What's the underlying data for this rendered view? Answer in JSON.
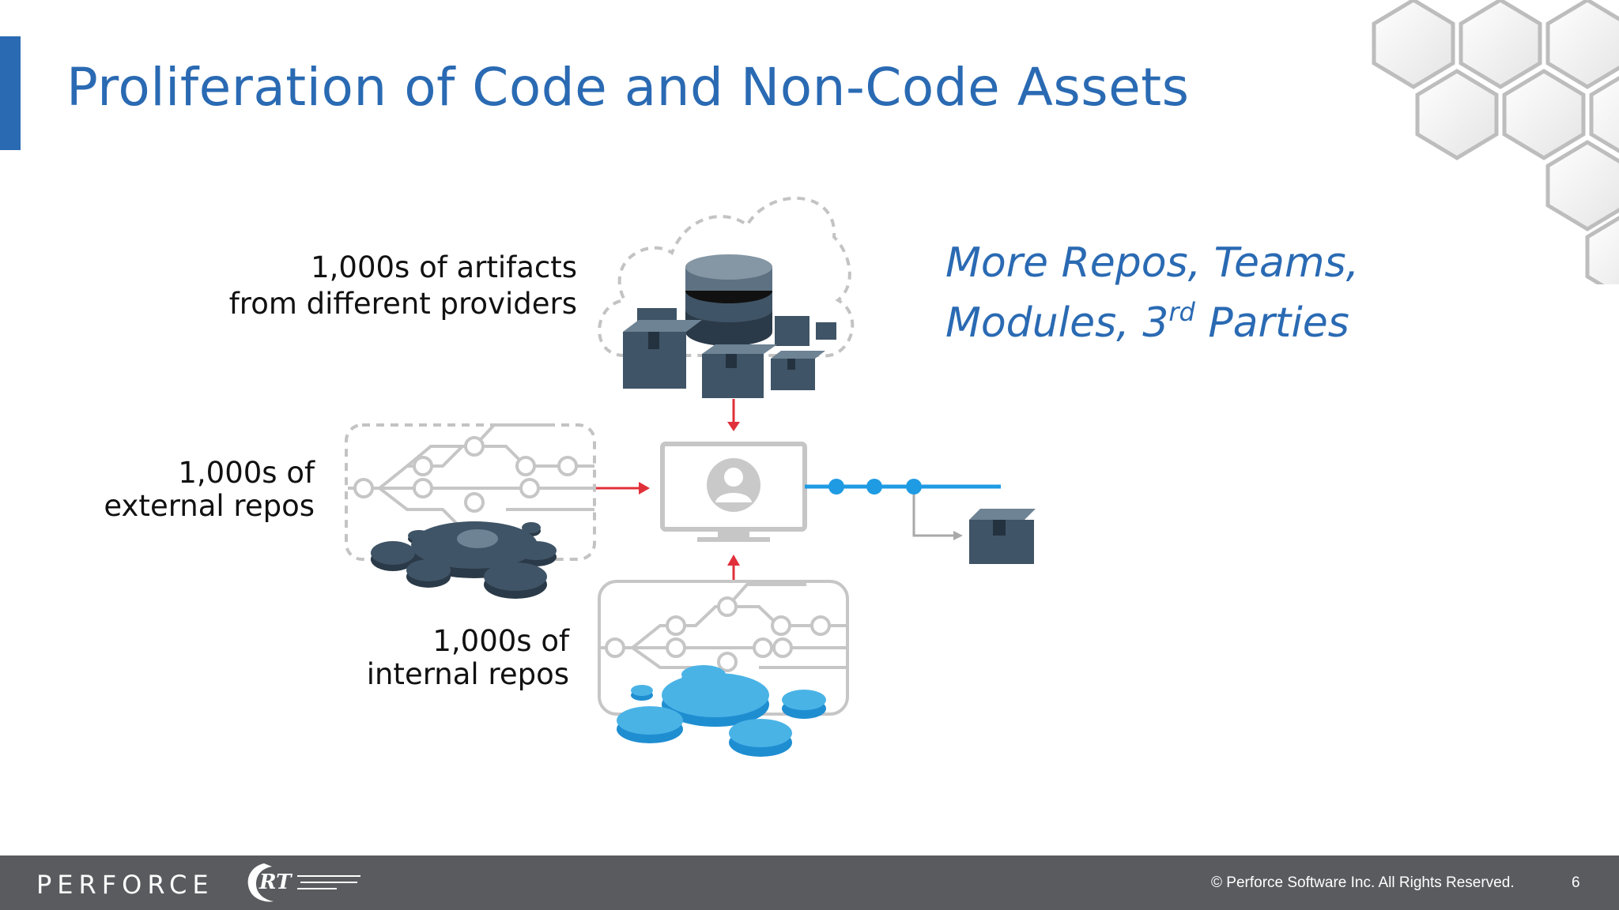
{
  "slide": {
    "title": "Proliferation of Code and Non-Code Assets",
    "page_number": "6"
  },
  "labels": {
    "artifacts_line1": "1,000s of artifacts",
    "artifacts_line2": "from different providers",
    "external_line1": "1,000s of",
    "external_line2": "external repos",
    "internal_line1": "1,000s of",
    "internal_line2": "internal repos"
  },
  "callout": {
    "line1": "More Repos, Teams,",
    "line2_prefix": "Modules, 3",
    "line2_sup": "rd",
    "line2_suffix": " Parties"
  },
  "footer": {
    "brand": "PERFORCE",
    "copyright": "© Perforce Software Inc. All Rights Reserved."
  },
  "colors": {
    "accent": "#2a6ab3",
    "arrow_red": "#e0303a",
    "pipeline_blue": "#1e9be3",
    "dark_slate": "#3f5466",
    "light_blue": "#4ab3e6",
    "footer_bg": "#5a5b5f"
  },
  "icons": [
    "hexagon-pattern-icon",
    "cloud-database-icon",
    "external-repo-icon",
    "internal-repo-icon",
    "computer-user-icon",
    "package-box-icon",
    "release-team-logo"
  ]
}
